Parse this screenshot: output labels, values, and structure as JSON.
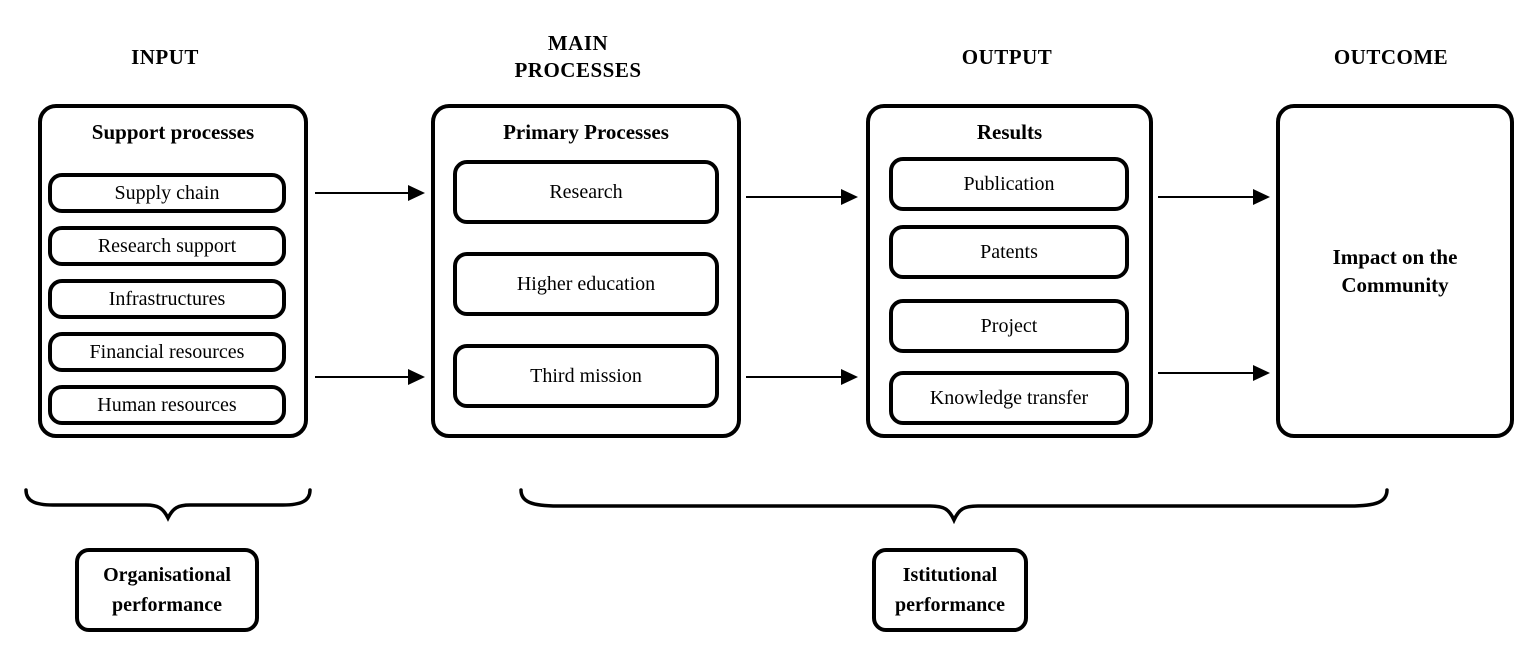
{
  "diagram": {
    "columns": [
      {
        "header_lines": [
          "INPUT"
        ],
        "box_title": "Support processes",
        "items": [
          "Supply chain",
          "Research support",
          "Infrastructures",
          "Financial resources",
          "Human resources"
        ]
      },
      {
        "header_lines": [
          "MAIN",
          "PROCESSES"
        ],
        "box_title": "Primary Processes",
        "items": [
          "Research",
          "Higher education",
          "Third mission"
        ]
      },
      {
        "header_lines": [
          "OUTPUT"
        ],
        "box_title": "Results",
        "items": [
          "Publication",
          "Patents",
          "Project",
          "Knowledge transfer"
        ]
      },
      {
        "header_lines": [
          "OUTCOME"
        ],
        "outcome_lines": [
          "Impact on the",
          "Community"
        ]
      }
    ],
    "brace_labels": [
      {
        "lines": [
          "Organisational",
          "performance"
        ]
      },
      {
        "lines": [
          "Istitutional",
          "performance"
        ]
      }
    ],
    "colors": {
      "stroke": "#000000",
      "background": "#ffffff"
    }
  }
}
